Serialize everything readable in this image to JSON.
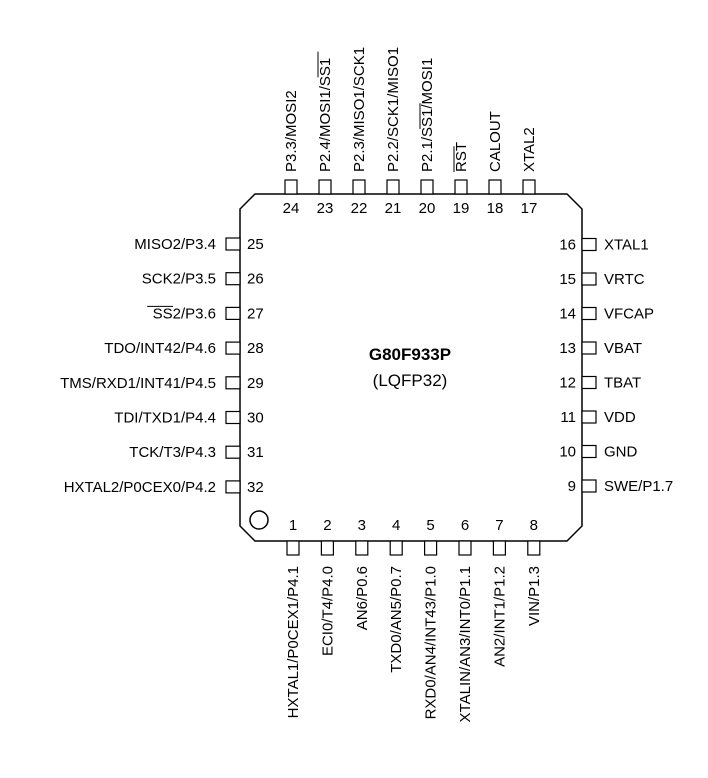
{
  "chip": {
    "name": "G80F933P",
    "package": "(LQFP32)"
  },
  "pins": {
    "bottom": [
      {
        "num": "1",
        "label": "HXTAL1/P0CEX1/P4.1"
      },
      {
        "num": "2",
        "label": "ECI0/T4/P4.0"
      },
      {
        "num": "3",
        "label": "AN6/P0.6"
      },
      {
        "num": "4",
        "label": "TXD0/AN5/P0.7"
      },
      {
        "num": "5",
        "label": "RXD0/AN4/INT43/P1.0"
      },
      {
        "num": "6",
        "label": "XTALIN/AN3/INT0/P1.1"
      },
      {
        "num": "7",
        "label": "AN2/INT1/P1.2"
      },
      {
        "num": "8",
        "label": "VIN/P1.3"
      }
    ],
    "right": [
      {
        "num": "9",
        "label": "SWE/P1.7"
      },
      {
        "num": "10",
        "label": "GND"
      },
      {
        "num": "11",
        "label": "VDD"
      },
      {
        "num": "12",
        "label": "TBAT"
      },
      {
        "num": "13",
        "label": "VBAT"
      },
      {
        "num": "14",
        "label": "VFCAP"
      },
      {
        "num": "15",
        "label": "VRTC"
      },
      {
        "num": "16",
        "label": "XTAL1"
      }
    ],
    "top": [
      {
        "num": "17",
        "label": "XTAL2"
      },
      {
        "num": "18",
        "label": "CALOUT"
      },
      {
        "num": "19",
        "label": "RST",
        "over": "RST"
      },
      {
        "num": "20",
        "label": "P2.1/SS1/MOSI1",
        "over": "SS1"
      },
      {
        "num": "21",
        "label": "P2.2/SCK1/MISO1"
      },
      {
        "num": "22",
        "label": "P2.3/MISO1/SCK1"
      },
      {
        "num": "23",
        "label": "P2.4/MOSI1/SS1",
        "over": "SS1"
      },
      {
        "num": "24",
        "label": "P3.3/MOSI2"
      }
    ],
    "left": [
      {
        "num": "25",
        "label": "MISO2/P3.4"
      },
      {
        "num": "26",
        "label": "SCK2/P3.5"
      },
      {
        "num": "27",
        "label": "SS2/P3.6",
        "over": "SS2"
      },
      {
        "num": "28",
        "label": "TDO/INT42/P4.6"
      },
      {
        "num": "29",
        "label": "TMS/RXD1/INT41/P4.5"
      },
      {
        "num": "30",
        "label": "TDI/TXD1/P4.4"
      },
      {
        "num": "31",
        "label": "TCK/T3/P4.3"
      },
      {
        "num": "32",
        "label": "HXTAL2/P0CEX0/P4.2"
      }
    ]
  }
}
